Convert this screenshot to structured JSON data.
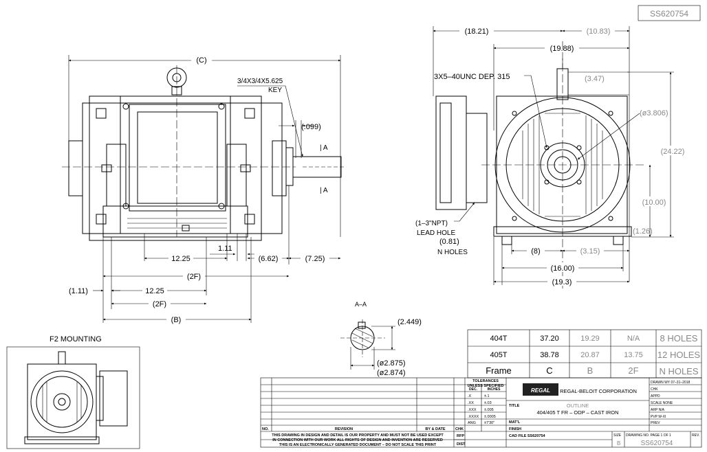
{
  "drawing": {
    "number_top": "SS620754"
  },
  "side_view": {
    "dim_c": "(C)",
    "key_note_line1": "3/4X3/4X5.625",
    "key_note_line2": "KEY",
    "dim_key_depth": "(.099)",
    "section_mark": "| A",
    "dim_1_11": "1.11",
    "dim_1_11_paren": "(1.11)",
    "dim_12_25": "12.25",
    "dim_6_62": "(6.62)",
    "dim_7_25": "(7.25)",
    "dim_2f": "(2F)",
    "dim_b": "(B)"
  },
  "section_aa": {
    "title": "A–A",
    "dim_keyway": "(2.449)",
    "dim_dia_max": "(ø2.875)",
    "dim_dia_min": "(ø2.874)"
  },
  "end_view": {
    "dim_18_21": "(18.21)",
    "dim_10_83": "(10.83)",
    "dim_19_88": "(19.88)",
    "tapped_hole_note": "3X5–40UNC DEP. 315",
    "dim_3_47": "(3.47)",
    "dim_dia_3_806": "(ø3.806)",
    "dim_24_22": "(24.22)",
    "dim_10_00": "(10.00)",
    "dim_1_26": "(1.26)",
    "lead_hole_line1": "(1–3\"NPT)",
    "lead_hole_line2": "LEAD HOLE",
    "dim_0_81": "(0.81)",
    "n_holes_label": "N HOLES",
    "dim_8": "(8)",
    "dim_3_15": "(3.15)",
    "dim_16_00": "(16.00)",
    "dim_19_3": "(19.3)"
  },
  "f2_mounting": {
    "title": "F2 MOUNTING"
  },
  "frame_table": {
    "header": {
      "frame": "Frame",
      "c": "C",
      "b": "B",
      "two_f": "2F",
      "n_holes": "N HOLES"
    },
    "rows": [
      {
        "frame": "404T",
        "c": "37.20",
        "b": "19.29",
        "two_f": "N/A",
        "holes": "8 HOLES"
      },
      {
        "frame": "405T",
        "c": "38.78",
        "b": "20.87",
        "two_f": "13.75",
        "holes": "12 HOLES"
      }
    ]
  },
  "title_block": {
    "tolerances_line1": "TOLERANCES",
    "tolerances_line2": "UNLESS SPECIFIED",
    "tol_dec": "DEC.",
    "tol_inches": "INCHES",
    "tol_rows": [
      {
        "key": ".X",
        "val": "±.1"
      },
      {
        "key": ".XX",
        "val": "±.03"
      },
      {
        "key": ".XXX",
        "val": "±.005"
      },
      {
        "key": ".XXXX",
        "val": "±.0005"
      }
    ],
    "tol_ang": "ANG",
    "tol_ang_val": "±7'30\"",
    "rev_no": "NO.",
    "revision": "REVISION",
    "by_date": "BY & DATE",
    "chk": "CHK",
    "legal_line1": "THIS DRAWING IN DESIGN AND DETAIL IS OUR PROPERTY AND MUST NOT BE USED EXCEPT",
    "legal_line2": "IN CONNECTION WITH OUR WORK ALL RIGHTS OF DESIGN AND INVENTION ARE RESERVED",
    "legal_line3": "THIS IS AN ELECTRONICALLY GENERATED DOCUMENT – DO NOT SCALE THIS PRINT",
    "rfp": "RFP",
    "dist": "DIST",
    "logo_text": "REGAL",
    "company": "REGAL-BELOIT CORPORATION",
    "title_label": "TITLE",
    "title_line1": "OUTLINE",
    "title_line2": "404/405 T FR – ODP – CAST IRON",
    "matl": "MAT'L",
    "finish": "FINISH",
    "cad_file": "CAD FILE  SS620754",
    "drawn_by": "DRAWN WY  07–31–2018",
    "chk_field": "CHK",
    "appd": "APPD",
    "scale": "SCALE    NONE",
    "arp": "ARP        N/A",
    "pvp": "PVP        W-XI",
    "prev": "PREV",
    "size_label": "SIZE",
    "size_value": "B",
    "drawing_no_label": "DRAWING NO.   PAGE 1 OF 1",
    "drawing_no_value": "SS620754",
    "rev_label": "REV."
  }
}
